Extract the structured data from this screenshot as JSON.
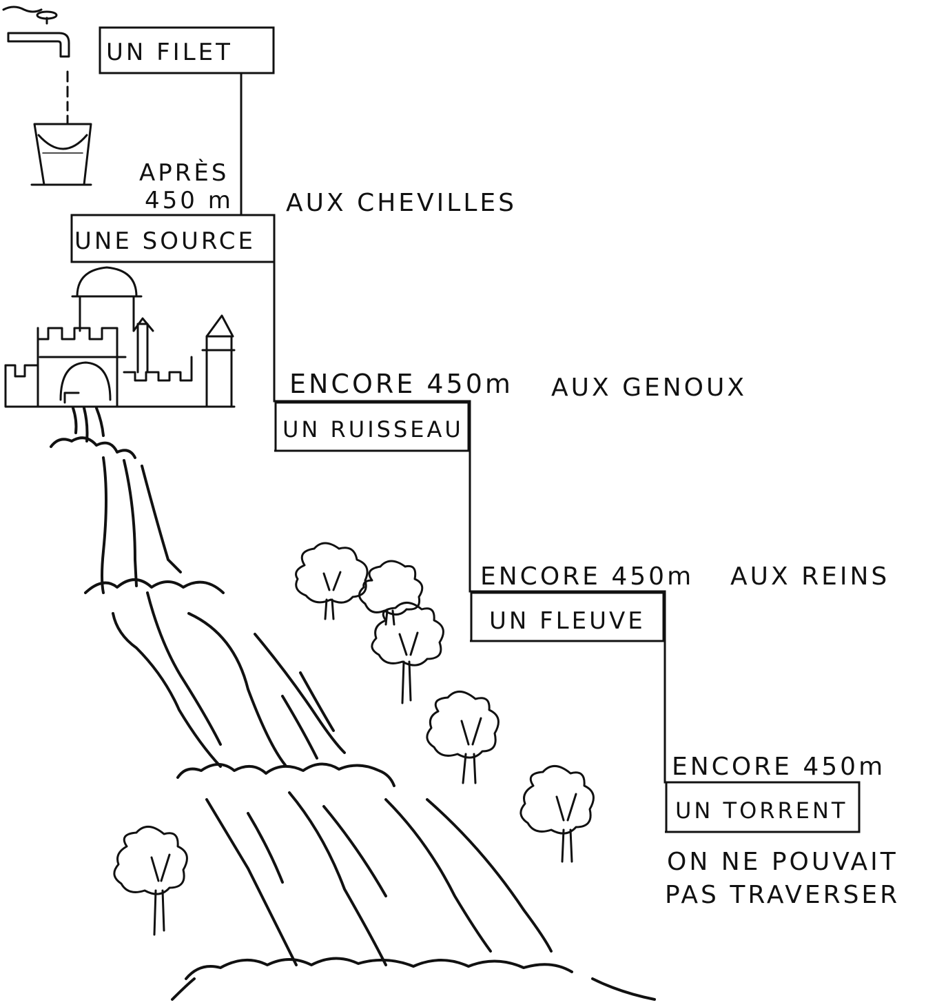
{
  "stages": [
    {
      "label": "UN FILET"
    },
    {
      "label": "UNE SOURCE",
      "distance": "APRÈS\n450 m",
      "depth": "AUX CHEVILLES"
    },
    {
      "label": "UN RUISSEAU",
      "distance": "ENCORE 450m",
      "depth": "AUX GENOUX"
    },
    {
      "label": "UN FLEUVE",
      "distance": "ENCORE 450m",
      "depth": "AUX REINS"
    },
    {
      "label": "UN TORRENT",
      "distance": "ENCORE 450m"
    }
  ],
  "annotations": {
    "apres_line1": "APRÈS",
    "apres_line2": "450 m",
    "conclusion_line1": "ON NE POUVAIT",
    "conclusion_line2": "PAS TRAVERSER"
  },
  "illustrations": [
    "faucet-icon",
    "bucket-icon",
    "temple-icon",
    "river-illustration",
    "tree-icon"
  ]
}
